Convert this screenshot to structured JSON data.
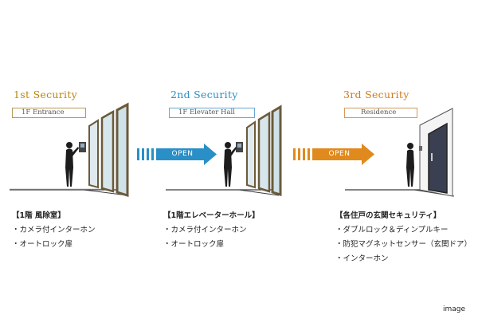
{
  "stages": [
    {
      "title": "1st Security",
      "place": "1F   Entrance",
      "heading": "【1階 風除室】",
      "items": [
        "・カメラ付インターホン",
        "・オートロック扉"
      ]
    },
    {
      "title": "2nd Security",
      "place": "1F   Elevater Hall",
      "heading": "【1階エレベーターホール】",
      "items": [
        "・カメラ付インターホン",
        "・オートロック扉"
      ]
    },
    {
      "title": "3rd Security",
      "place": "Residence",
      "heading": "【各住戸の玄関セキュリティ】",
      "items": [
        "・ダブルロック＆ディンプルキー",
        "・防犯マグネットセンサー（玄関ドア）",
        "・インターホン"
      ]
    }
  ],
  "arrows": [
    {
      "label": "OPEN",
      "color": "#2a8fc7"
    },
    {
      "label": "OPEN",
      "color": "#e08a1e"
    }
  ],
  "colors": {
    "stage1": "#b8860b",
    "stage2": "#2a8fc7",
    "stage3": "#d07a1a",
    "floor": "#3a3a3a"
  },
  "caption": "image"
}
